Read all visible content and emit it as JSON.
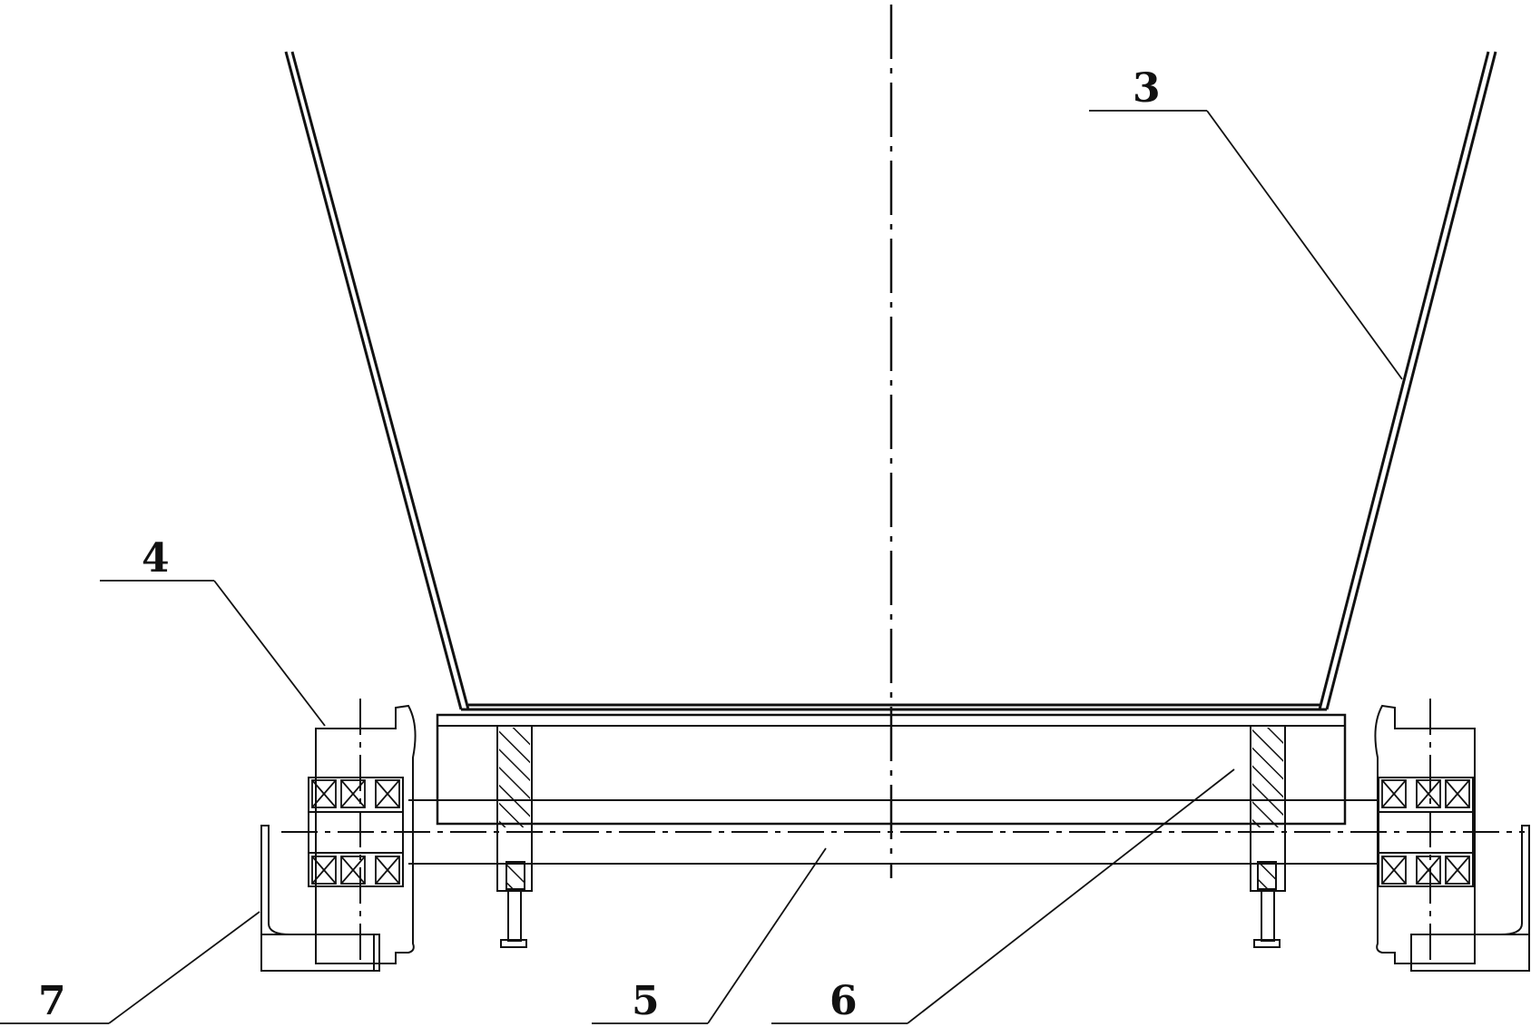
{
  "drawing": {
    "ink_color": "#111111",
    "background": "#ffffff",
    "callouts": [
      {
        "id": "3",
        "label": "3"
      },
      {
        "id": "4",
        "label": "4"
      },
      {
        "id": "5",
        "label": "5"
      },
      {
        "id": "6",
        "label": "6"
      },
      {
        "id": "7",
        "label": "7"
      }
    ]
  }
}
